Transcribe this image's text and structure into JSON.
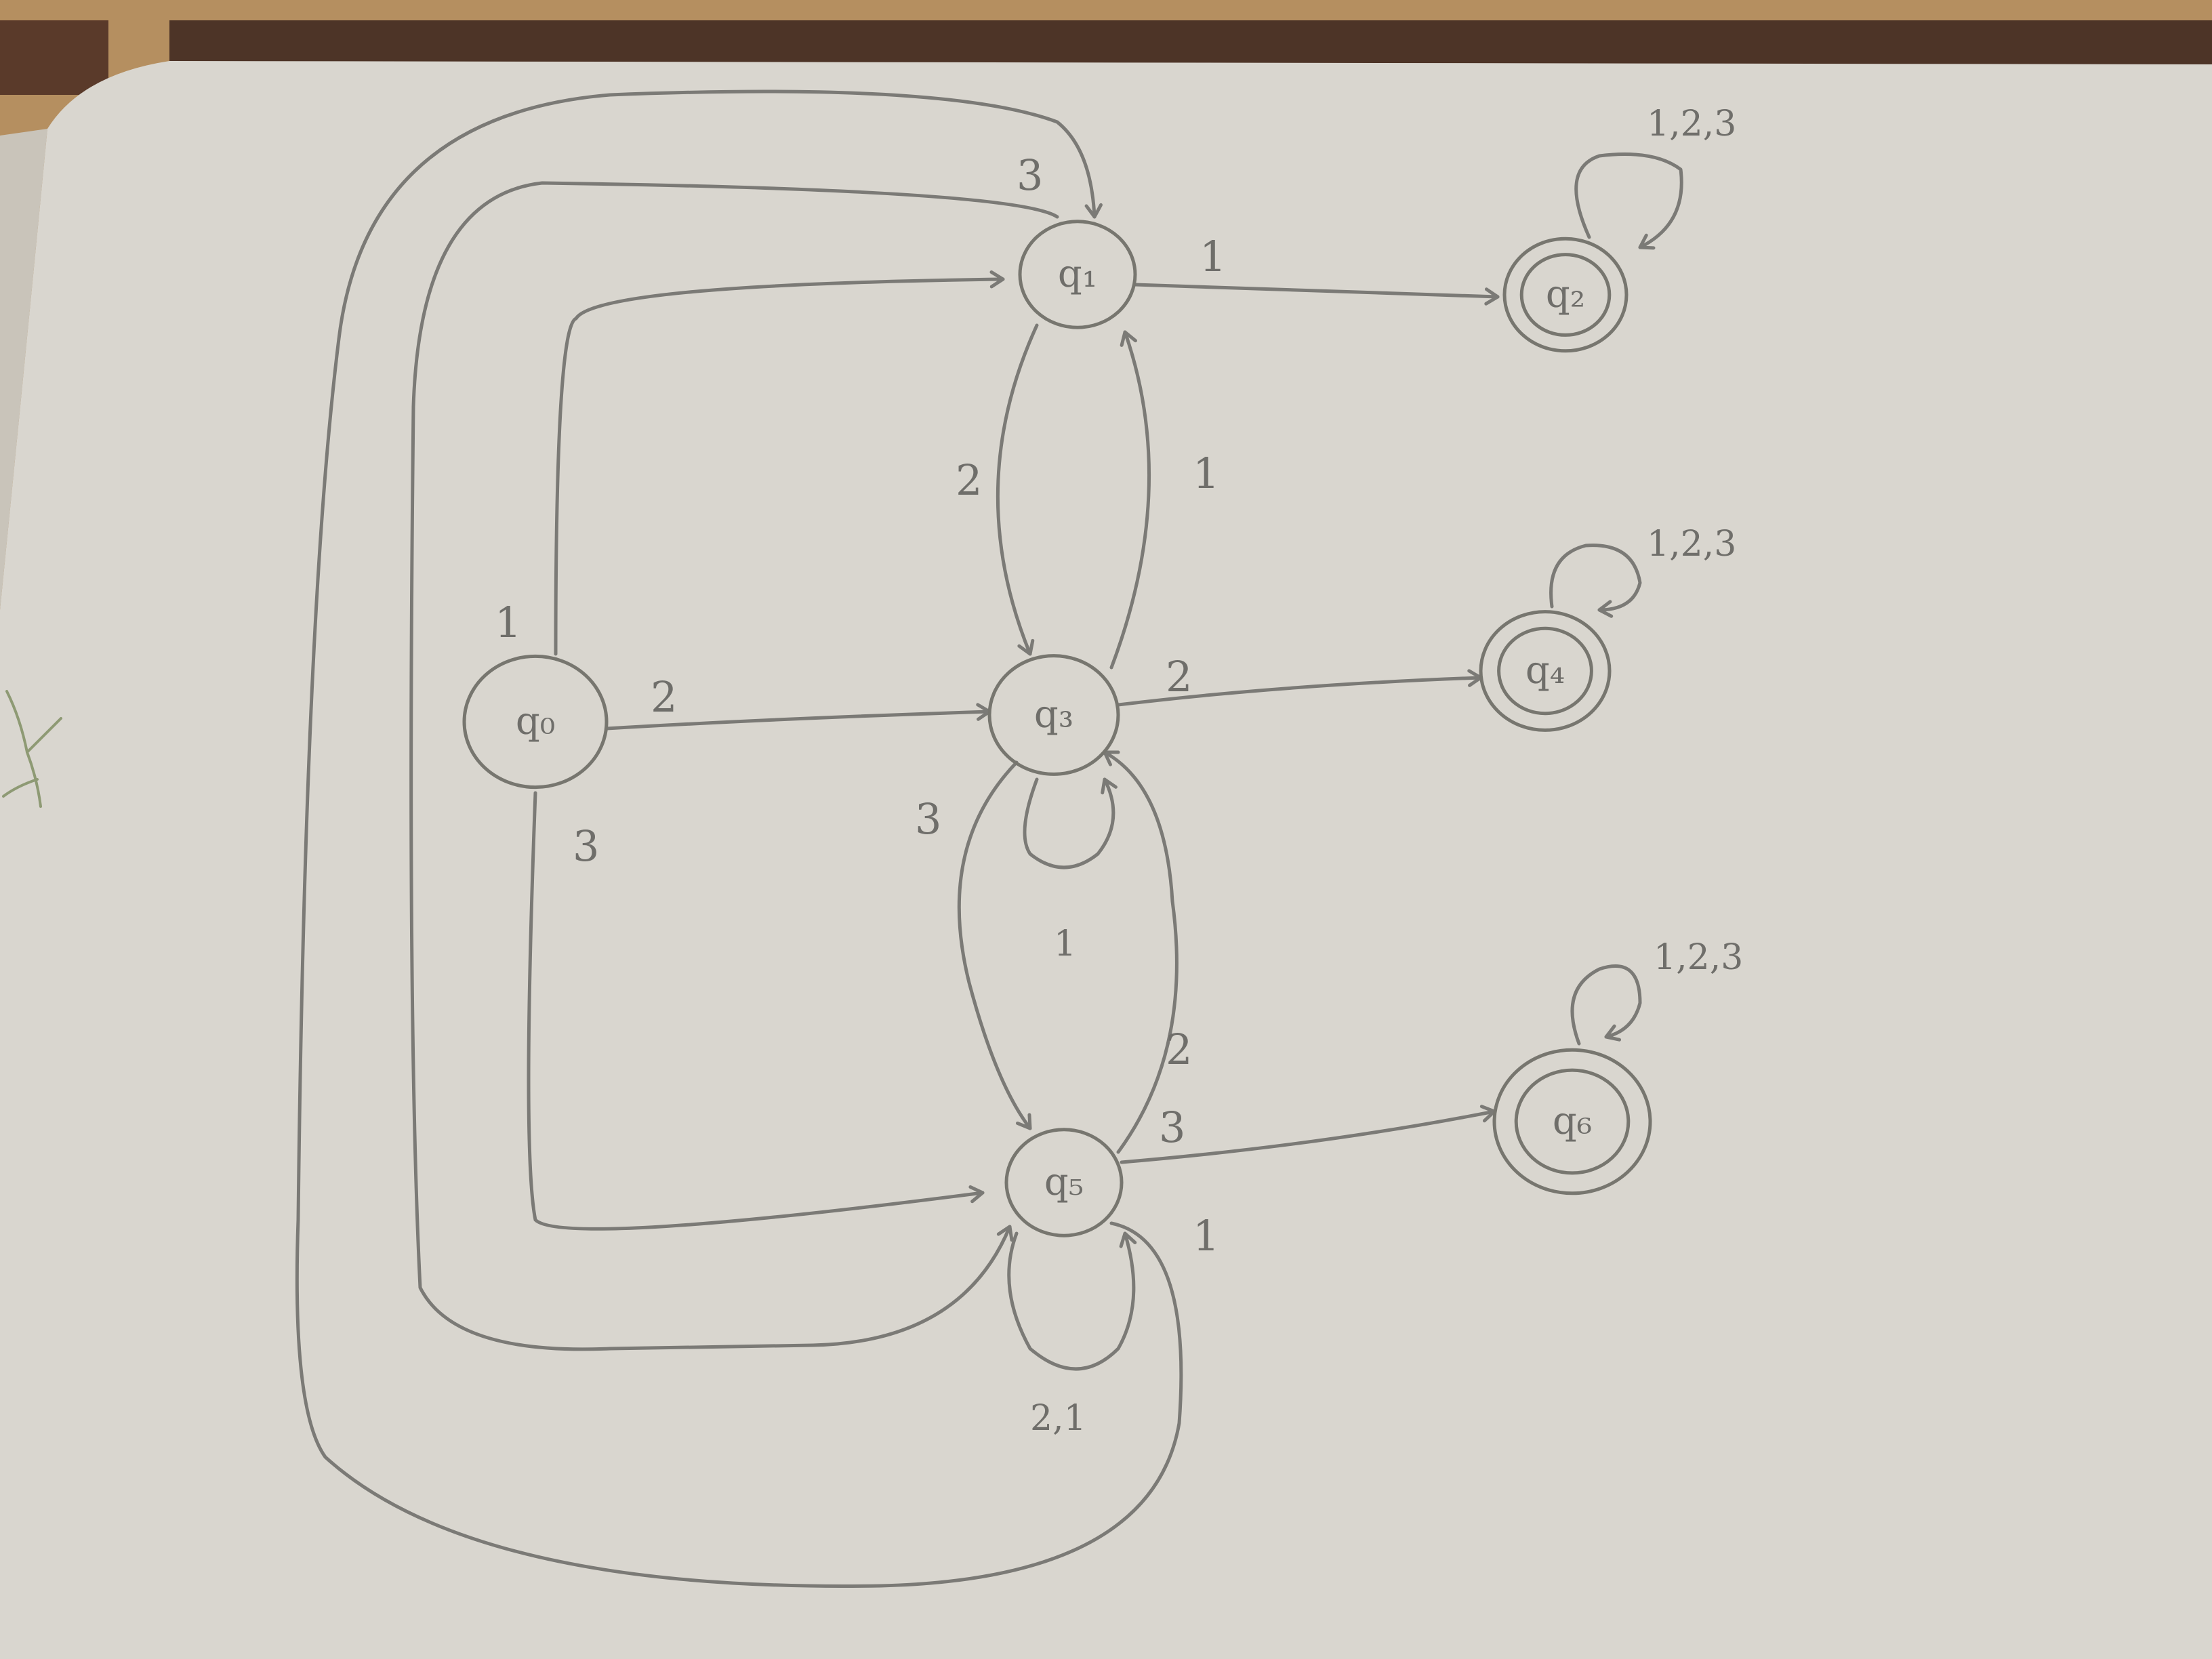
{
  "diagram": {
    "states": [
      {
        "id": "q0",
        "label": "q₀",
        "accepting": false
      },
      {
        "id": "q1",
        "label": "q₁",
        "accepting": false
      },
      {
        "id": "q2",
        "label": "q₂",
        "accepting": true
      },
      {
        "id": "q3",
        "label": "q₃",
        "accepting": false
      },
      {
        "id": "q4",
        "label": "q₄",
        "accepting": true
      },
      {
        "id": "q5",
        "label": "q₅",
        "accepting": false
      },
      {
        "id": "q6",
        "label": "q₆",
        "accepting": true
      }
    ],
    "transitions": [
      {
        "from": "q0",
        "to": "q1",
        "label": "1"
      },
      {
        "from": "q0",
        "to": "q3",
        "label": "2"
      },
      {
        "from": "q0",
        "to": "q5",
        "label": "3"
      },
      {
        "from": "q1",
        "to": "q2",
        "label": "1"
      },
      {
        "from": "q1",
        "to": "q3",
        "label": "2"
      },
      {
        "from": "q1",
        "to": "q5",
        "label": "3"
      },
      {
        "from": "q3",
        "to": "q1",
        "label": "1"
      },
      {
        "from": "q3",
        "to": "q4",
        "label": "2"
      },
      {
        "from": "q3",
        "to": "q5",
        "label": "3"
      },
      {
        "from": "q5",
        "to": "q3",
        "label": "2"
      },
      {
        "from": "q5",
        "to": "q6",
        "label": "3"
      },
      {
        "from": "q5",
        "to": "q1",
        "label": "1"
      }
    ],
    "self_loops": [
      {
        "state": "q2",
        "label": "1,2,3"
      },
      {
        "state": "q3",
        "label": "1"
      },
      {
        "state": "q4",
        "label": "1,2,3"
      },
      {
        "state": "q5",
        "label": "2,1"
      },
      {
        "state": "q6",
        "label": "1,2,3"
      }
    ]
  },
  "colors": {
    "paper": "#d9d6cf",
    "pencil": "#77766f",
    "desk": "#b89466"
  }
}
